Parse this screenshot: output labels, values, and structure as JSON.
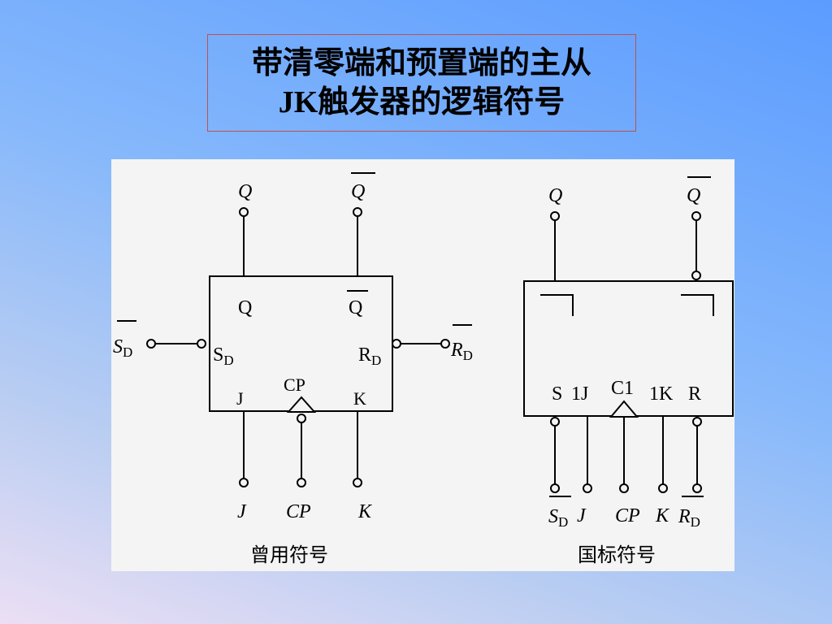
{
  "title": {
    "line1": "带清零端和预置端的主从",
    "line2": "JK触发器的逻辑符号"
  },
  "old_symbol": {
    "caption": "曾用符号",
    "outputs": {
      "q": "Q",
      "q_bar": "Q"
    },
    "inside": {
      "q": "Q",
      "q_bar": "Q",
      "sd": "S",
      "rd": "R",
      "j": "J",
      "k": "K",
      "cp": "CP",
      "sub": "D"
    },
    "inputs": {
      "sd": "S",
      "rd": "R",
      "j": "J",
      "cp": "CP",
      "k": "K",
      "sub": "D"
    }
  },
  "std_symbol": {
    "caption": "国标符号",
    "outputs": {
      "q": "Q",
      "q_bar": "Q"
    },
    "inside": {
      "s": "S",
      "j": "1J",
      "c": "C1",
      "k": "1K",
      "r": "R"
    },
    "inputs": {
      "sd": "S",
      "j": "J",
      "cp": "CP",
      "k": "K",
      "rd": "R",
      "sub": "D"
    }
  }
}
